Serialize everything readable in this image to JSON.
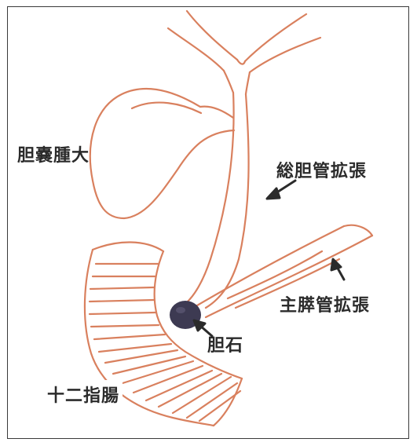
{
  "labels": {
    "gallbladder": "胆嚢腫大",
    "common_bile_duct": "総胆管拡張",
    "pancreatic_duct": "主膵管拡張",
    "gallstone": "胆石",
    "duodenum": "十二指腸"
  },
  "colors": {
    "outline": "#d9805e",
    "stone": "#3d3a52",
    "arrow": "#2b2b2b",
    "text": "#2b2b2b"
  }
}
